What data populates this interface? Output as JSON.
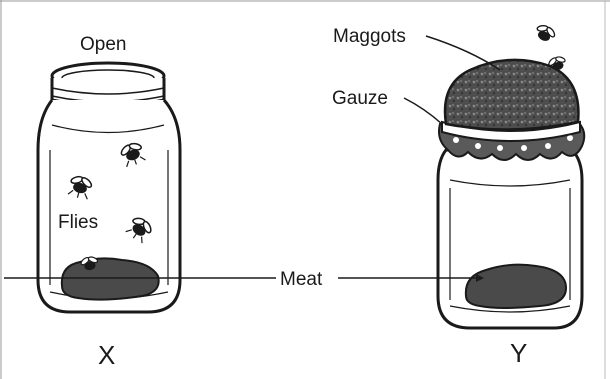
{
  "labels": {
    "open": "Open",
    "maggots": "Maggots",
    "gauze": "Gauze",
    "flies": "Flies",
    "meat": "Meat",
    "jar_x": "X",
    "jar_y": "Y"
  },
  "colors": {
    "ink": "#1a1a1a",
    "meat": "#4a4a4a",
    "gauze": "#5a5a5a",
    "background": "#ffffff"
  }
}
